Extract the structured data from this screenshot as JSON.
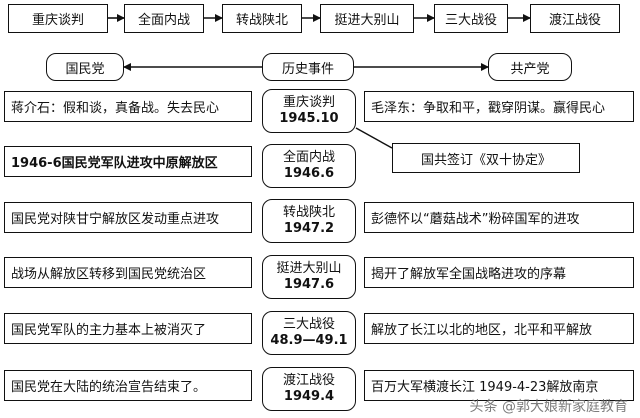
{
  "flow": [
    "重庆谈判",
    "全面内战",
    "转战陕北",
    "挺进大别山",
    "三大战役",
    "渡江战役"
  ],
  "header": {
    "left": "国民党",
    "center": "历史事件",
    "right": "共产党"
  },
  "rows": [
    {
      "left": "蒋介石：假和谈，真备战。失去民心",
      "event": "重庆谈判",
      "year": "1945.10",
      "right": "毛泽东：争取和平，戳穿阴谋。赢得民心"
    },
    {
      "left": "1946-6国民党军队进攻中原解放区",
      "event": "全面内战",
      "year": "1946.6",
      "right": ""
    },
    {
      "left": "国民党对陕甘宁解放区发动重点进攻",
      "event": "转战陕北",
      "year": "1947.2",
      "right": "彭德怀以“蘑菇战术”粉碎国军的进攻"
    },
    {
      "left": "战场从解放区转移到国民党统治区",
      "event": "挺进大别山",
      "year": "1947.6",
      "right": "揭开了解放军全国战略进攻的序幕"
    },
    {
      "left": "国民党军队的主力基本上被消灭了",
      "event": "三大战役",
      "year": "48.9—49.1",
      "right": "解放了长江以北的地区，北平和平解放"
    },
    {
      "left": "国民党在大陆的统治宣告结束了。",
      "event": "渡江战役",
      "year": "1949.4",
      "right": "百万大军横渡长江 1949-4-23解放南京"
    }
  ],
  "callout": "国共签订《双十协定》",
  "watermark": "头条 @郭大娘新家庭教育"
}
